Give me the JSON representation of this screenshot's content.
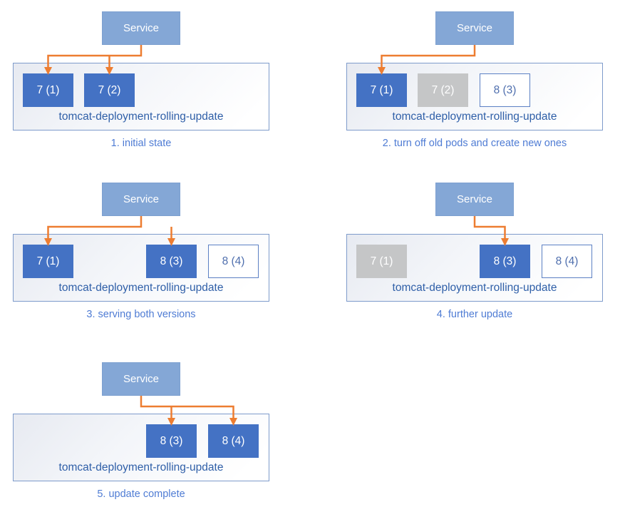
{
  "colors": {
    "service_fill": "#84A7D6",
    "service_border": "#7DA0D0",
    "service_text": "#FFFFFF",
    "pod_active_fill": "#4472C4",
    "pod_active_text": "#FFFFFF",
    "pod_stopped_fill": "#C5C6C7",
    "pod_stopped_text": "#FFFFFF",
    "pod_new_fill": "#FFFFFF",
    "pod_new_border": "#5C80C4",
    "pod_new_text": "#4F6FAE",
    "arrow": "#ED7D31",
    "container_border": "#7E9BCB",
    "container_bg_start": "#E7EAF1",
    "container_bg_end": "#FFFFFF",
    "deployment_text": "#2F5FA8",
    "caption_text": "#4F7CD4"
  },
  "panels": [
    {
      "caption": "1. initial state",
      "service_label": "Service",
      "deployment_label": "tomcat-deployment-rolling-update",
      "pods": [
        {
          "label": "7 (1)",
          "state": "active",
          "slot": 0
        },
        {
          "label": "7 (2)",
          "state": "active",
          "slot": 1
        }
      ],
      "arrow_targets": [
        0,
        1
      ]
    },
    {
      "caption": "2. turn off old pods and create new ones",
      "service_label": "Service",
      "deployment_label": "tomcat-deployment-rolling-update",
      "pods": [
        {
          "label": "7 (1)",
          "state": "active",
          "slot": 0
        },
        {
          "label": "7 (2)",
          "state": "stopped",
          "slot": 1
        },
        {
          "label": "8 (3)",
          "state": "new",
          "slot": 2
        }
      ],
      "arrow_targets": [
        0
      ]
    },
    {
      "caption": "3. serving both versions",
      "service_label": "Service",
      "deployment_label": "tomcat-deployment-rolling-update",
      "pods": [
        {
          "label": "7 (1)",
          "state": "active",
          "slot": 0
        },
        {
          "label": "8 (3)",
          "state": "active",
          "slot": 2
        },
        {
          "label": "8 (4)",
          "state": "new",
          "slot": 3
        }
      ],
      "arrow_targets": [
        0,
        1
      ]
    },
    {
      "caption": "4. further update",
      "service_label": "Service",
      "deployment_label": "tomcat-deployment-rolling-update",
      "pods": [
        {
          "label": "7 (1)",
          "state": "stopped",
          "slot": 0
        },
        {
          "label": "8 (3)",
          "state": "active",
          "slot": 2
        },
        {
          "label": "8 (4)",
          "state": "new",
          "slot": 3
        }
      ],
      "arrow_targets": [
        1
      ]
    },
    {
      "caption": "5. update complete",
      "service_label": "Service",
      "deployment_label": "tomcat-deployment-rolling-update",
      "pods": [
        {
          "label": "8 (3)",
          "state": "active",
          "slot": 2
        },
        {
          "label": "8 (4)",
          "state": "active",
          "slot": 3
        }
      ],
      "arrow_targets": [
        0,
        1
      ]
    }
  ]
}
